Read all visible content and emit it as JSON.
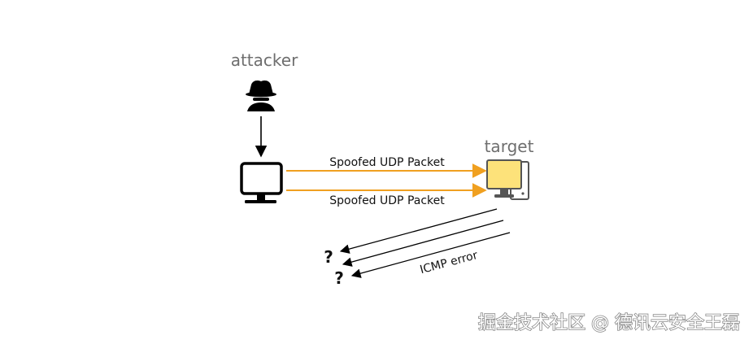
{
  "nodes": {
    "attacker": {
      "label": "attacker",
      "icon": "spy-icon"
    },
    "target": {
      "label": "target",
      "icon": "desktop-computer-icon"
    },
    "relay": {
      "icon": "monitor-icon"
    }
  },
  "edges": {
    "packet_top": "Spoofed UDP Packet",
    "packet_bottom": "Spoofed UDP Packet",
    "icmp": "ICMP error"
  },
  "unknown_hosts": [
    "?",
    "?"
  ],
  "watermark": "掘金技术社区 @ 德讯云安全王磊",
  "colors": {
    "packet_arrow": "#f0a020",
    "screen_fill": "#fde27a",
    "role_label": "#6e6e6e"
  }
}
